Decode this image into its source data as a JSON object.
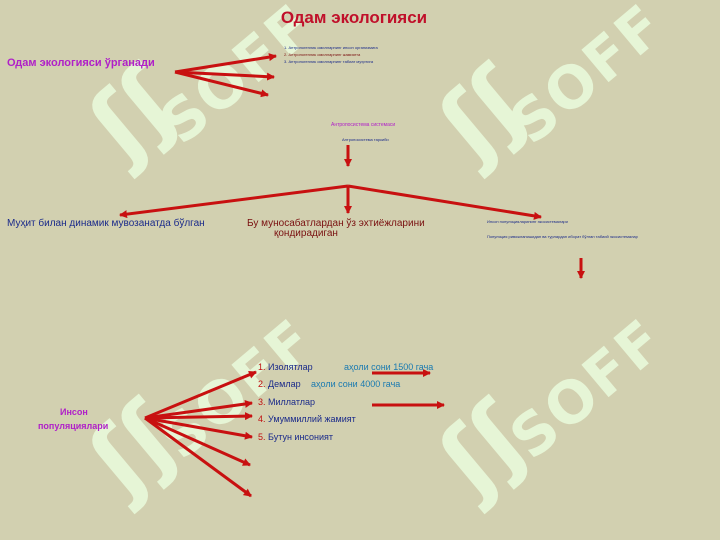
{
  "title": "Одам экологияси",
  "studies_label": "Одам экологияси ўрганади",
  "studies_items": [
    "1. Антропогенлик омилларнинг инсон организмига",
    "2. Антропогенлик омилларнинг жамиятга",
    "3. Антропогенлик омилларнинг табиат муҳитига"
  ],
  "center_heading": "Антропосистема  системаси",
  "center_sub": "Антропосистема таркиби",
  "branch_left": "Муҳит билан динамик мувозанатда бўлган",
  "branch_middle": [
    "Бу муносабатлардан ўз эхтиёжларини",
    "қондирадиган"
  ],
  "branch_right": [
    "Инсон популяцияларининг экосистемалари",
    "Популяция ривожланишидан ва турлардан иборат бўлган табиий экосистемалар"
  ],
  "population_label": [
    "Инсон",
    "популяциялари"
  ],
  "population_items": [
    {
      "num": "1.",
      "label": "Изолятлар"
    },
    {
      "num": "2.",
      "label": "Демлар"
    },
    {
      "num": "3.",
      "label": "Миллатлар"
    },
    {
      "num": "4.",
      "label": "Умуммиллий жамият"
    },
    {
      "num": "5.",
      "label": "Бутун инсоният"
    }
  ],
  "population_notes": [
    "аҳоли сони   1500 гача",
    "аҳоли сони  4000 гача"
  ],
  "watermark": "SOFF",
  "colors": {
    "background": "#d2d0b0",
    "title": "#c0102a",
    "magenta": "#b020c8",
    "navy": "#1a2a8a",
    "dark_red": "#7a1010",
    "arrow": "#c81010",
    "note_blue": "#1a7ab0",
    "watermark": "#e6f5d6"
  }
}
